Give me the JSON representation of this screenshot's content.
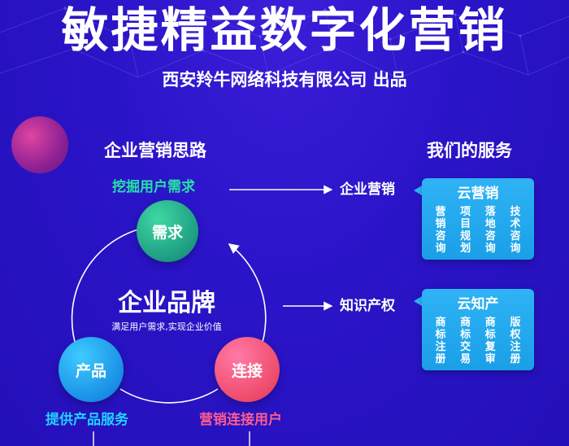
{
  "header": {
    "title": "敏捷精益数字化营销",
    "subtitle": "西安羚牛网络科技有限公司 出品"
  },
  "left": {
    "heading": "企业营销思路",
    "caption_need": "挖掘用户需求",
    "caption_product": "提供产品服务",
    "caption_connect": "营销连接用户",
    "node_need": "需求",
    "node_product": "产品",
    "node_connect": "连接",
    "center_title": "企业品牌",
    "center_subtitle": "满足用户需求,实现企业价值"
  },
  "middle": {
    "label_marketing": "企业营销",
    "label_ip": "知识产权"
  },
  "right": {
    "heading": "我们的服务",
    "card_cloud": {
      "title": "云营销",
      "columns": [
        [
          "营",
          "销",
          "咨",
          "询"
        ],
        [
          "项",
          "目",
          "规",
          "划"
        ],
        [
          "落",
          "地",
          "咨",
          "询"
        ],
        [
          "技",
          "术",
          "咨",
          "询"
        ]
      ]
    },
    "card_ip": {
      "title": "云知产",
      "columns": [
        [
          "商",
          "标",
          "注",
          "册"
        ],
        [
          "商",
          "标",
          "交",
          "易"
        ],
        [
          "商",
          "标",
          "复",
          "审"
        ],
        [
          "版",
          "权",
          "注",
          "册"
        ]
      ]
    }
  },
  "colors": {
    "background": "#2a14c8",
    "need": "#1e9c82",
    "product": "#1a8fe6",
    "connect": "#f04e6e",
    "card": "#1a9fe8"
  }
}
